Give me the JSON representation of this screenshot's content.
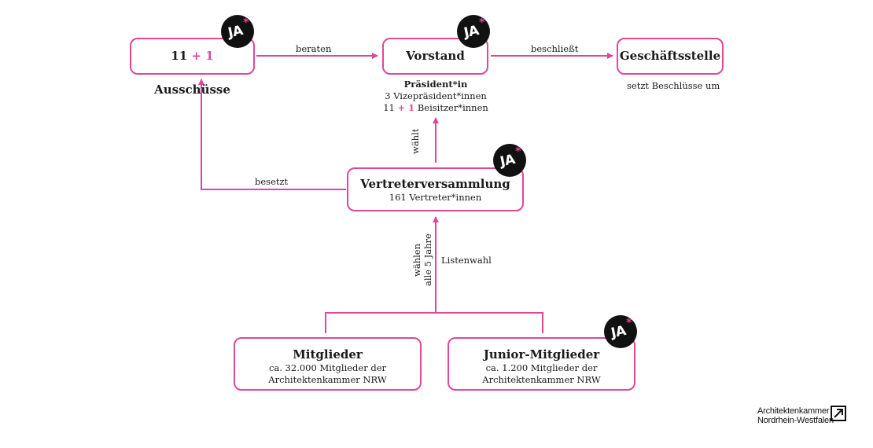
{
  "colors": {
    "accent": "#e0479a",
    "text": "#1a1a1a",
    "badge": "#111111"
  },
  "badge": {
    "text": "JA",
    "star": "*"
  },
  "nodes": {
    "ausschuesse": {
      "pre": "11 ",
      "plus": "+ 1",
      "post": " Ausschüsse"
    },
    "vorstand": {
      "title": "Vorstand",
      "line1": "Präsident*in",
      "line2": "3 Vizepräsident*innen",
      "line3_pre": "11 ",
      "line3_plus": "+ 1",
      "line3_post": " Beisitzer*innen"
    },
    "geschaeftsstelle": {
      "title": "Geschäftsstelle",
      "note": "setzt Beschlüsse um"
    },
    "vertreterversammlung": {
      "title": "Vertreterversammlung",
      "sub": "161 Vertreter*innen"
    },
    "mitglieder": {
      "title": "Mitglieder",
      "sub1": "ca. 32.000 Mitglieder der",
      "sub2": "Architektenkammer NRW"
    },
    "junior": {
      "title": "Junior-Mitglieder",
      "sub1": "ca. 1.200 Mitglieder der",
      "sub2": "Architektenkammer NRW"
    }
  },
  "edges": {
    "beraten": "beraten",
    "beschliesst": "beschließt",
    "waehlt": "wählt",
    "besetzt": "besetzt",
    "waehlen": "wählen",
    "alle_5_jahre": "alle 5 Jahre",
    "listenwahl": "Listenwahl"
  },
  "logo": {
    "line1": "Architektenkammer",
    "line2": "Nordrhein-Westfalen"
  }
}
